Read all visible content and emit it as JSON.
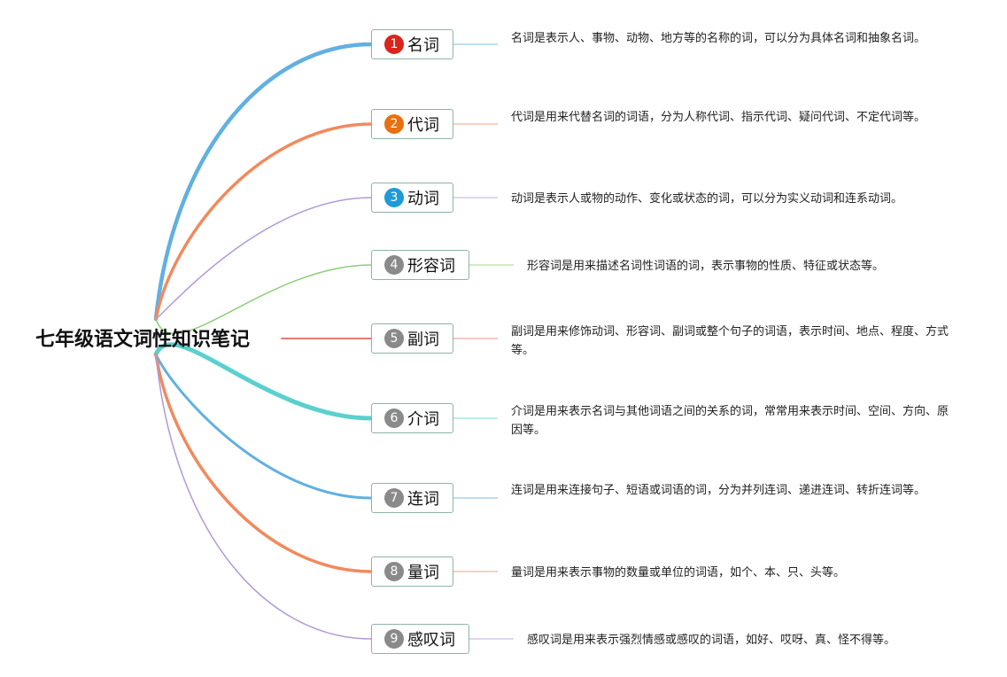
{
  "root": {
    "title": "七年级语文词性知识笔记"
  },
  "branches": [
    {
      "badge": "1",
      "badge_color": "#d9261c",
      "label": "名词",
      "branch_color": "#62b0e0",
      "desc": "名词是表示人、事物、动物、地方等的名称的词，可以分为具体名词和抽象名词。"
    },
    {
      "badge": "2",
      "badge_color": "#e8700f",
      "label": "代词",
      "branch_color": "#f08a5d",
      "desc": "代词是用来代替名词的词语，分为人称代词、指示代词、疑问代词、不定代词等。"
    },
    {
      "badge": "3",
      "badge_color": "#1e9ad8",
      "label": "动词",
      "branch_color": "#b09ad8",
      "desc": "动词是表示人或物的动作、变化或状态的词，可以分为实义动词和连系动词。"
    },
    {
      "badge": "4",
      "badge_color": "#8a8a8a",
      "label": "形容词",
      "branch_color": "#8ecf7a",
      "desc": "形容词是用来描述名词性词语的词，表示事物的性质、特征或状态等。"
    },
    {
      "badge": "5",
      "badge_color": "#8a8a8a",
      "label": "副词",
      "branch_color": "#e57b72",
      "desc": "副词是用来修饰动词、形容词、副词或整个句子的词语，表示时间、地点、程度、方式等。"
    },
    {
      "badge": "6",
      "badge_color": "#8a8a8a",
      "label": "介词",
      "branch_color": "#5ad0cf",
      "desc": "介词是用来表示名词与其他词语之间的关系的词，常常用来表示时间、空间、方向、原因等。"
    },
    {
      "badge": "7",
      "badge_color": "#8a8a8a",
      "label": "连词",
      "branch_color": "#62b0e0",
      "desc": "连词是用来连接句子、短语或词语的词，分为并列连词、递进连词、转折连词等。"
    },
    {
      "badge": "8",
      "badge_color": "#8a8a8a",
      "label": "量词",
      "branch_color": "#f08a5d",
      "desc": "量词是用来表示事物的数量或单位的词语，如个、本、只、头等。"
    },
    {
      "badge": "9",
      "badge_color": "#8a8a8a",
      "label": "感叹词",
      "branch_color": "#b09ad8",
      "desc": "感叹词是用来表示强烈情感或感叹的词语，如好、哎呀、真、怪不得等。"
    }
  ]
}
